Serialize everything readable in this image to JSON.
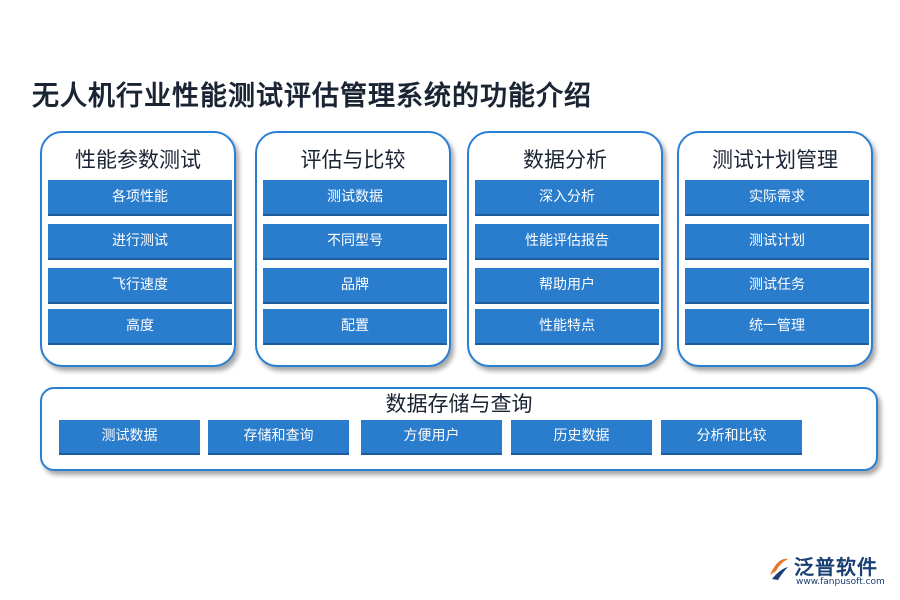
{
  "title": "无人机行业性能测试评估管理系统的功能介绍",
  "panels": [
    {
      "title": "性能参数测试",
      "items": [
        "各项性能",
        "进行测试",
        "飞行速度",
        "高度"
      ]
    },
    {
      "title": "评估与比较",
      "items": [
        "测试数据",
        "不同型号",
        "品牌",
        "配置"
      ]
    },
    {
      "title": "数据分析",
      "items": [
        "深入分析",
        "性能评估报告",
        "帮助用户",
        "性能特点"
      ]
    },
    {
      "title": "测试计划管理",
      "items": [
        "实际需求",
        "测试计划",
        "测试任务",
        "统一管理"
      ]
    }
  ],
  "bottom": {
    "title": "数据存储与查询",
    "items": [
      "测试数据",
      "存储和查询",
      "方便用户",
      "历史数据",
      "分析和比较"
    ]
  },
  "logo": {
    "name": "泛普软件",
    "url": "www.fanpusoft.com"
  },
  "colors": {
    "accent": "#2a7ccd",
    "border": "#2b7fd3",
    "logo": "#1a3f73",
    "logo_mark": "#e8762c"
  }
}
